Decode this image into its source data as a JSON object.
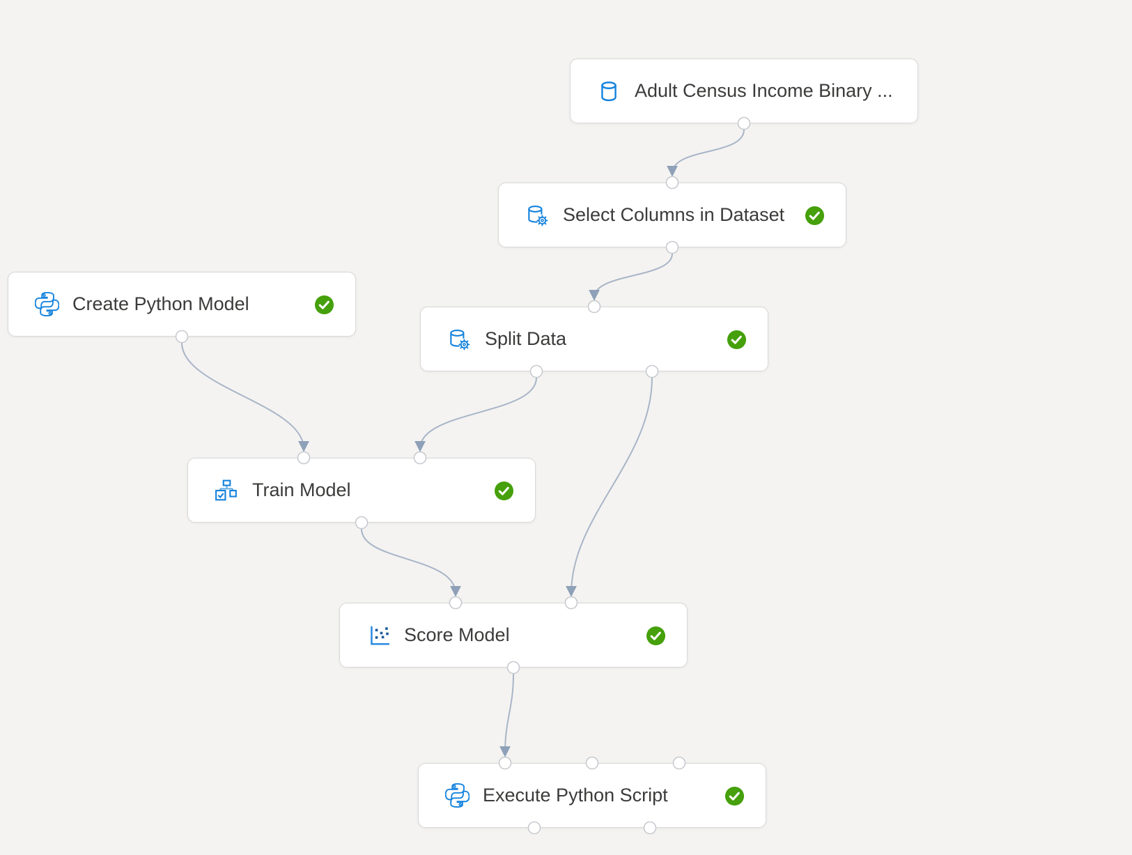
{
  "canvas": {
    "background_color": "#f4f3f1"
  },
  "colors": {
    "accent_blue": "#1583dd",
    "success_green": "#45a00b",
    "edge_line": "#a8b5c7",
    "edge_arrow": "#8ea1b8",
    "node_background": "#ffffff",
    "node_border": "#d8d8d8",
    "node_text": "#3c3b3a",
    "port_border": "#c7cacf"
  },
  "nodes": [
    {
      "id": "adult-census-dataset",
      "label": "Adult Census Income Binary ...",
      "icon": "database-icon",
      "status": null,
      "inputs": 0,
      "outputs": 1
    },
    {
      "id": "select-columns-in-dataset",
      "label": "Select Columns in Dataset",
      "icon": "database-gear-icon",
      "status": "completed",
      "inputs": 1,
      "outputs": 1
    },
    {
      "id": "create-python-model",
      "label": "Create Python Model",
      "icon": "python-icon",
      "status": "completed",
      "inputs": 0,
      "outputs": 1
    },
    {
      "id": "split-data",
      "label": "Split Data",
      "icon": "database-gear-icon",
      "status": "completed",
      "inputs": 1,
      "outputs": 2
    },
    {
      "id": "train-model",
      "label": "Train Model",
      "icon": "hierarchy-check-icon",
      "status": "completed",
      "inputs": 2,
      "outputs": 1
    },
    {
      "id": "score-model",
      "label": "Score Model",
      "icon": "scatter-plot-icon",
      "status": "completed",
      "inputs": 2,
      "outputs": 1
    },
    {
      "id": "execute-python-script",
      "label": "Execute Python Script",
      "icon": "python-icon",
      "status": "completed",
      "inputs": 3,
      "outputs": 2
    }
  ],
  "edges": [
    {
      "from": "adult-census-dataset",
      "to": "select-columns-in-dataset"
    },
    {
      "from": "select-columns-in-dataset",
      "to": "split-data"
    },
    {
      "from": "create-python-model",
      "to": "train-model"
    },
    {
      "from": "split-data",
      "to": "train-model"
    },
    {
      "from": "split-data",
      "to": "score-model"
    },
    {
      "from": "train-model",
      "to": "score-model"
    },
    {
      "from": "score-model",
      "to": "execute-python-script"
    }
  ]
}
